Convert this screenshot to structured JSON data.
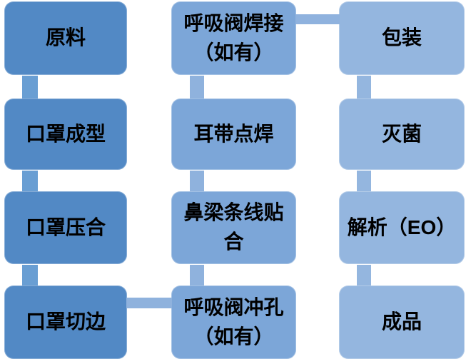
{
  "palette": {
    "background": "#FFFFFF",
    "text": "#000000",
    "left_column_box": "#5289C5",
    "middle_column_box": "#7CA6D8",
    "right_column_box": "#94B6DF",
    "left_column_connector": "#699ED3",
    "middle_column_connector": "#8FB2DD",
    "right_column_connector": "#94B6DF"
  },
  "flowchart": {
    "nodes": [
      {
        "id": "raw-material",
        "label": "原料"
      },
      {
        "id": "mask-forming",
        "label": "口罩成型"
      },
      {
        "id": "mask-pressing",
        "label": "口罩压合"
      },
      {
        "id": "mask-edge-cutting",
        "label": "口罩切边"
      },
      {
        "id": "valve-punching",
        "label": "呼吸阀冲孔\n（如有）"
      },
      {
        "id": "nose-strip-lamination",
        "label": "鼻梁条线贴\n合"
      },
      {
        "id": "ear-strap-spot-weld",
        "label": "耳带点焊"
      },
      {
        "id": "valve-welding",
        "label": "呼吸阀焊接\n（如有）"
      },
      {
        "id": "packaging",
        "label": "包装"
      },
      {
        "id": "sterilization",
        "label": "灭菌"
      },
      {
        "id": "eo-desorption",
        "label": "解析（EO）"
      },
      {
        "id": "finished-product",
        "label": "成品"
      }
    ],
    "edges": [
      {
        "from": "raw-material",
        "to": "mask-forming"
      },
      {
        "from": "mask-forming",
        "to": "mask-pressing"
      },
      {
        "from": "mask-pressing",
        "to": "mask-edge-cutting"
      },
      {
        "from": "mask-edge-cutting",
        "to": "valve-punching"
      },
      {
        "from": "valve-punching",
        "to": "nose-strip-lamination"
      },
      {
        "from": "nose-strip-lamination",
        "to": "ear-strap-spot-weld"
      },
      {
        "from": "ear-strap-spot-weld",
        "to": "valve-welding"
      },
      {
        "from": "valve-welding",
        "to": "packaging"
      },
      {
        "from": "packaging",
        "to": "sterilization"
      },
      {
        "from": "sterilization",
        "to": "eo-desorption"
      },
      {
        "from": "eo-desorption",
        "to": "finished-product"
      }
    ]
  }
}
